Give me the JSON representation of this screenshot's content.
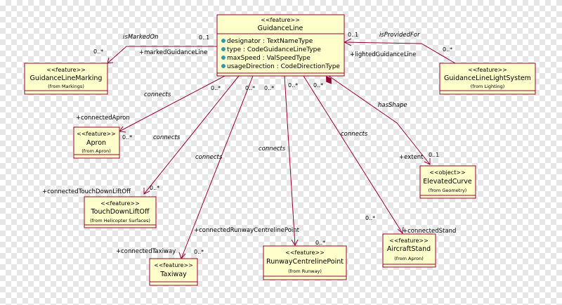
{
  "classes": {
    "guidance": {
      "stereotype": "<<feature>>",
      "name": "GuidanceLine",
      "attributes": [
        "designator : TextNameType",
        "type : CodeGuidanceLineType",
        "maxSpeed : ValSpeedType",
        "usageDirection : CodeDirectionType"
      ]
    },
    "marking": {
      "stereotype": "<<feature>>",
      "name": "GuidanceLineMarking",
      "from": "(from Markings)"
    },
    "lightsys": {
      "stereotype": "<<feature>>",
      "name": "GuidanceLineLightSystem",
      "from": "(from Lighting)"
    },
    "apron": {
      "stereotype": "<<feature>>",
      "name": "Apron",
      "from": "(from Apron)"
    },
    "tdlo": {
      "stereotype": "<<feature>>",
      "name": "TouchDownLiftOff",
      "from": "(from Helicopter Surfaces)"
    },
    "taxiway": {
      "stereotype": "<<feature>>",
      "name": "Taxiway"
    },
    "rcp": {
      "stereotype": "<<feature>>",
      "name": "RunwayCentrelinePoint",
      "from": "(from Runway)"
    },
    "stand": {
      "stereotype": "<<feature>>",
      "name": "AircraftStand",
      "from": "(from Apron)"
    },
    "curve": {
      "stereotype": "<<object>>",
      "name": "ElevatedCurve",
      "from": "(from Geometry)"
    }
  },
  "associations": {
    "isMarkedOn": "isMarkedOn",
    "isProvidedFor": "isProvidedFor",
    "hasShape": "hasShape",
    "connects": "connects"
  },
  "roles": {
    "markedGuidanceLine": "+markedGuidanceLine",
    "lightedGuidanceLine": "+lightedGuidanceLine",
    "connectedApron": "+connectedApron",
    "connectedTouchDownLiftOff": "+connectedTouchDownLiftOff",
    "connectedRunwayCentrelinePoint": "+connectedRunwayCentrelinePoint",
    "connectedTaxiway": "+connectedTaxiway",
    "connectedStand": "+connectedStand",
    "extent": "+extent"
  },
  "multiplicities": {
    "many": "0..*",
    "one": "0..1"
  }
}
